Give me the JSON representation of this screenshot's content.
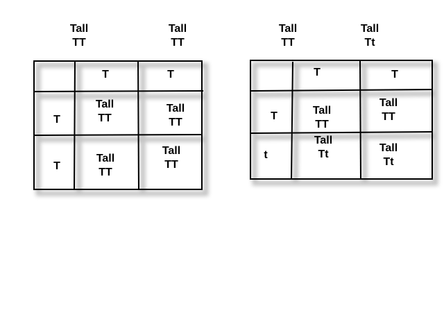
{
  "square_1": {
    "parent_top_1": {
      "phenotype": "Tall",
      "genotype": "TT"
    },
    "parent_top_2": {
      "phenotype": "Tall",
      "genotype": "TT"
    },
    "col_alleles": [
      "T",
      "T"
    ],
    "row_alleles": [
      "T",
      "T"
    ],
    "cells": [
      [
        {
          "phenotype": "Tall",
          "genotype": "TT"
        },
        {
          "phenotype": "Tall",
          "genotype": "TT"
        }
      ],
      [
        {
          "phenotype": "Tall",
          "genotype": "TT"
        },
        {
          "phenotype": "Tall",
          "genotype": "TT"
        }
      ]
    ]
  },
  "square_2": {
    "parent_top_1": {
      "phenotype": "Tall",
      "genotype": "TT"
    },
    "parent_top_2": {
      "phenotype": "Tall",
      "genotype": "Tt"
    },
    "col_alleles": [
      "T",
      "T"
    ],
    "row_alleles": [
      "T",
      "t"
    ],
    "cells": [
      [
        {
          "phenotype": "Tall",
          "genotype": "TT"
        },
        {
          "phenotype": "Tall",
          "genotype": "TT"
        }
      ],
      [
        {
          "phenotype": "Tall",
          "genotype": "Tt"
        },
        {
          "phenotype": "Tall",
          "genotype": "Tt"
        }
      ]
    ]
  }
}
